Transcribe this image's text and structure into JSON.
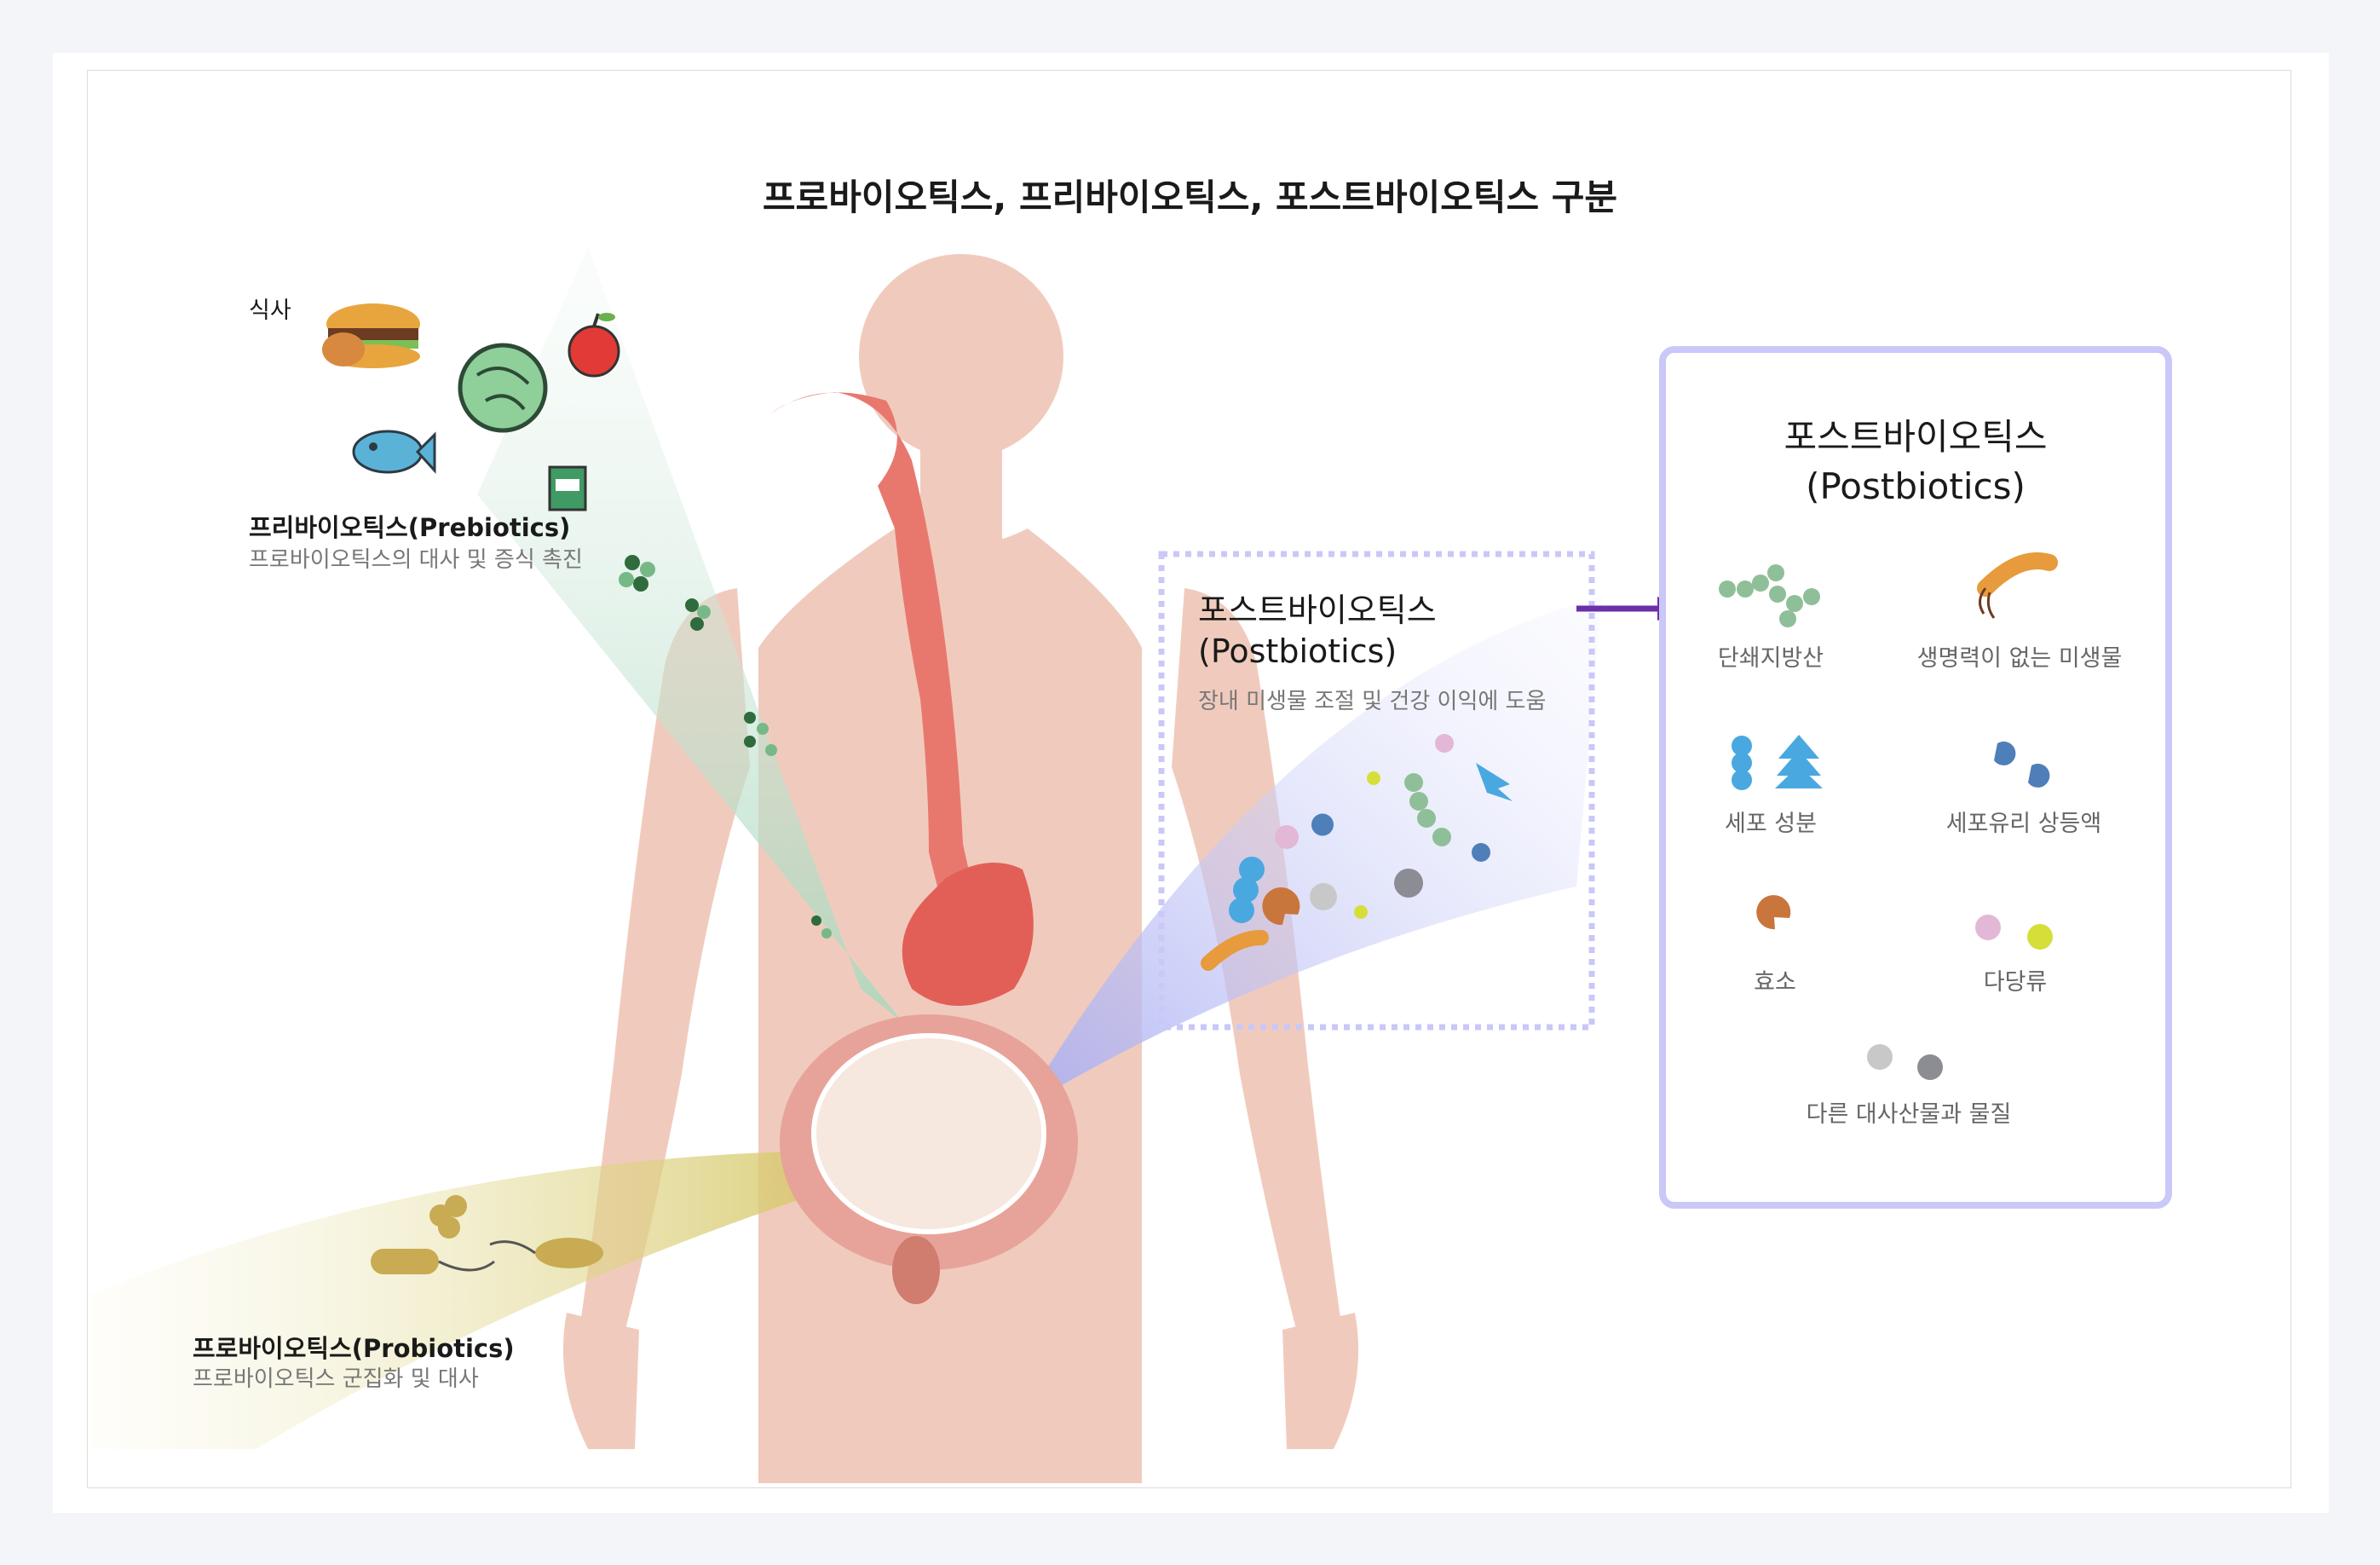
{
  "title": "프로바이오틱스, 프리바이오틱스, 포스트바이오틱스 구분",
  "diet": {
    "label": "식사"
  },
  "prebiotics": {
    "title": "프리바이오틱스(Prebiotics)",
    "desc": "프로바이오틱스의 대사 및 증식 촉진"
  },
  "probiotics": {
    "title": "프로바이오틱스(Probiotics)",
    "desc": "프로바이오틱스 군집화 및 대사"
  },
  "postbiotics_mid": {
    "line1": "포스트바이오틱스",
    "line2": "(Postbiotics)",
    "desc": "장내 미생물 조절 및 건강 이익에 도움"
  },
  "postbiotics_box": {
    "line1": "포스트바이오틱스",
    "line2": "(Postbiotics)",
    "items": [
      "단쇄지방산",
      "생명력이 없는 미생물",
      "세포 성분",
      "세포유리 상등액",
      "효소",
      "다당류",
      "다른 대사산물과 물질"
    ]
  },
  "colors": {
    "box_border": "#c9c8f7",
    "arrow": "#6b2fa8",
    "body": "#f0cbbd",
    "organ": "#e8786e",
    "prebiotic_beam": "#cfe8d8",
    "probiotic_beam": "#e4dc96",
    "postbiotic_beam": "#c9ccf5"
  }
}
